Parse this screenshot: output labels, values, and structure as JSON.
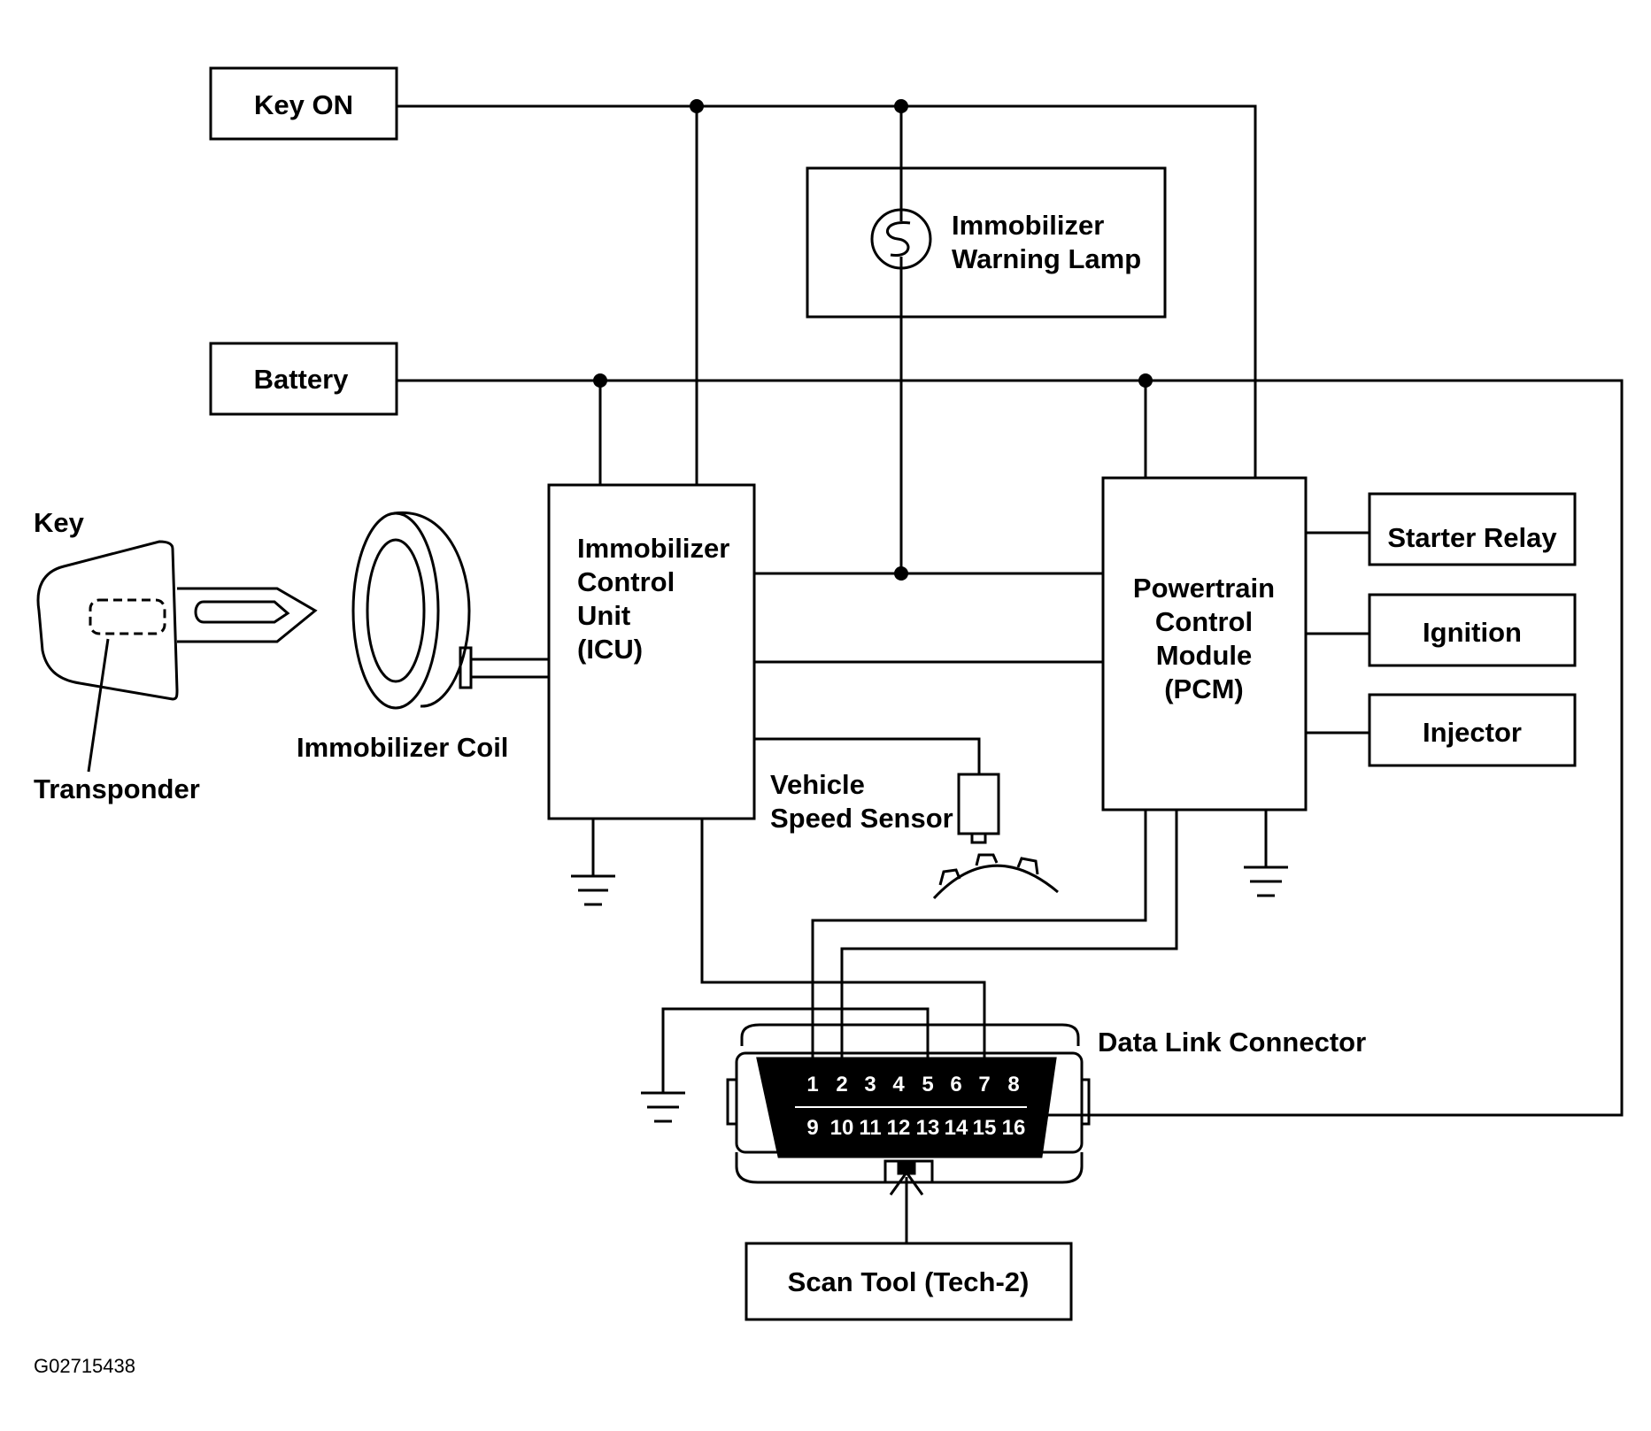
{
  "labels": {
    "key_on": "Key ON",
    "battery": "Battery",
    "warning_lamp": [
      "Immobilizer",
      "Warning Lamp"
    ],
    "key": "Key",
    "transponder": "Transponder",
    "immobilizer_coil": "Immobilizer Coil",
    "icu": [
      "Immobilizer",
      "Control",
      "Unit",
      "(ICU)"
    ],
    "pcm": [
      "Powertrain",
      "Control",
      "Module",
      "(PCM)"
    ],
    "starter_relay": "Starter Relay",
    "ignition": "Ignition",
    "injector": "Injector",
    "vehicle_speed_sensor": [
      "Vehicle",
      "Speed Sensor"
    ],
    "data_link_connector": "Data Link Connector",
    "scan_tool": "Scan Tool (Tech-2)",
    "figure_id": "G02715438"
  },
  "connector_pins": {
    "top": [
      "1",
      "2",
      "3",
      "4",
      "5",
      "6",
      "7",
      "8"
    ],
    "bottom": [
      "9",
      "10",
      "11",
      "12",
      "13",
      "14",
      "15",
      "16"
    ]
  },
  "icons": [
    "lamp-icon",
    "key-icon",
    "coil-icon",
    "ground-icon",
    "sensor-icon",
    "reluctor-icon",
    "arrow-up-icon"
  ]
}
